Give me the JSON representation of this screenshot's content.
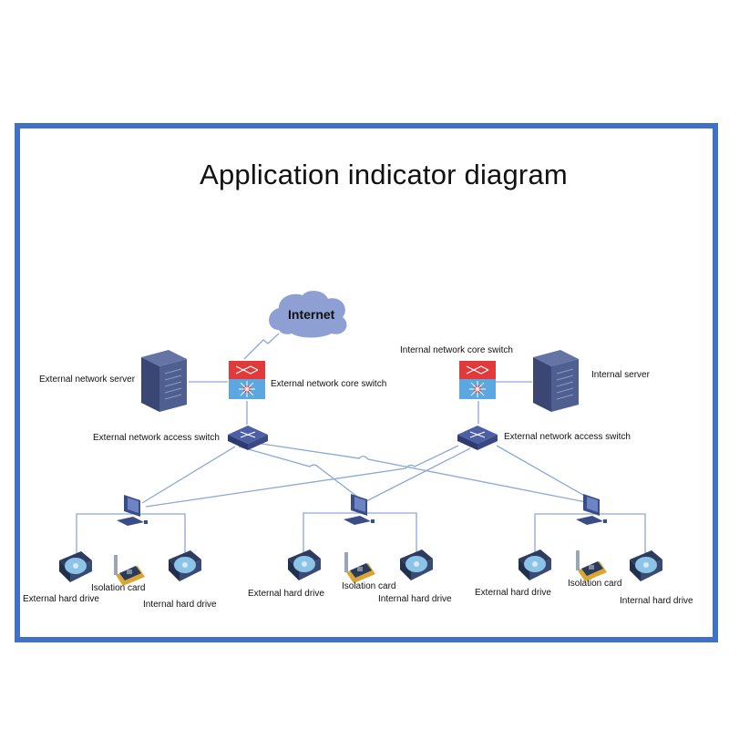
{
  "title": "Application indicator diagram",
  "cloud": {
    "label": "Internet"
  },
  "labels": {
    "external_server": "External network server",
    "external_core_switch": "External network core switch",
    "internal_core_switch": "Internal network core switch",
    "internal_server": "Internal server",
    "external_access_switch_left": "External network access switch",
    "external_access_switch_right": "External network access switch"
  },
  "terminals": [
    {
      "external_drive": "External hard drive",
      "isolation_card": "Isolation card",
      "internal_drive": "Internal hard drive"
    },
    {
      "external_drive": "External hard drive",
      "isolation_card": "Isolation card",
      "internal_drive": "Internal hard drive"
    },
    {
      "external_drive": "External hard drive",
      "isolation_card": "Isolation card",
      "internal_drive": "Internal hard drive"
    }
  ],
  "colors": {
    "frame": "#3f71c6",
    "cloud": "#8d9fd3",
    "link": "#8aa9d6",
    "server": "#3f4f7d",
    "switch_red": "#e03a3a",
    "switch_blue": "#5aa8df"
  }
}
